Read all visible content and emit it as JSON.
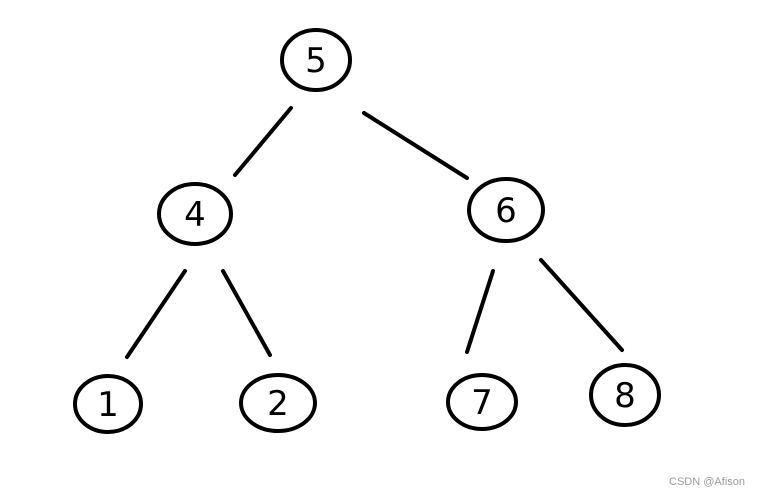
{
  "tree": {
    "nodes": [
      {
        "id": "n5",
        "label": "5"
      },
      {
        "id": "n4",
        "label": "4"
      },
      {
        "id": "n6",
        "label": "6"
      },
      {
        "id": "n1",
        "label": "1"
      },
      {
        "id": "n2",
        "label": "2"
      },
      {
        "id": "n7",
        "label": "7"
      },
      {
        "id": "n8",
        "label": "8"
      }
    ],
    "edges": [
      {
        "from": "n5",
        "to": "n4"
      },
      {
        "from": "n5",
        "to": "n6"
      },
      {
        "from": "n4",
        "to": "n1"
      },
      {
        "from": "n4",
        "to": "n2"
      },
      {
        "from": "n6",
        "to": "n7"
      },
      {
        "from": "n6",
        "to": "n8"
      }
    ]
  },
  "watermark": "CSDN @Afison"
}
